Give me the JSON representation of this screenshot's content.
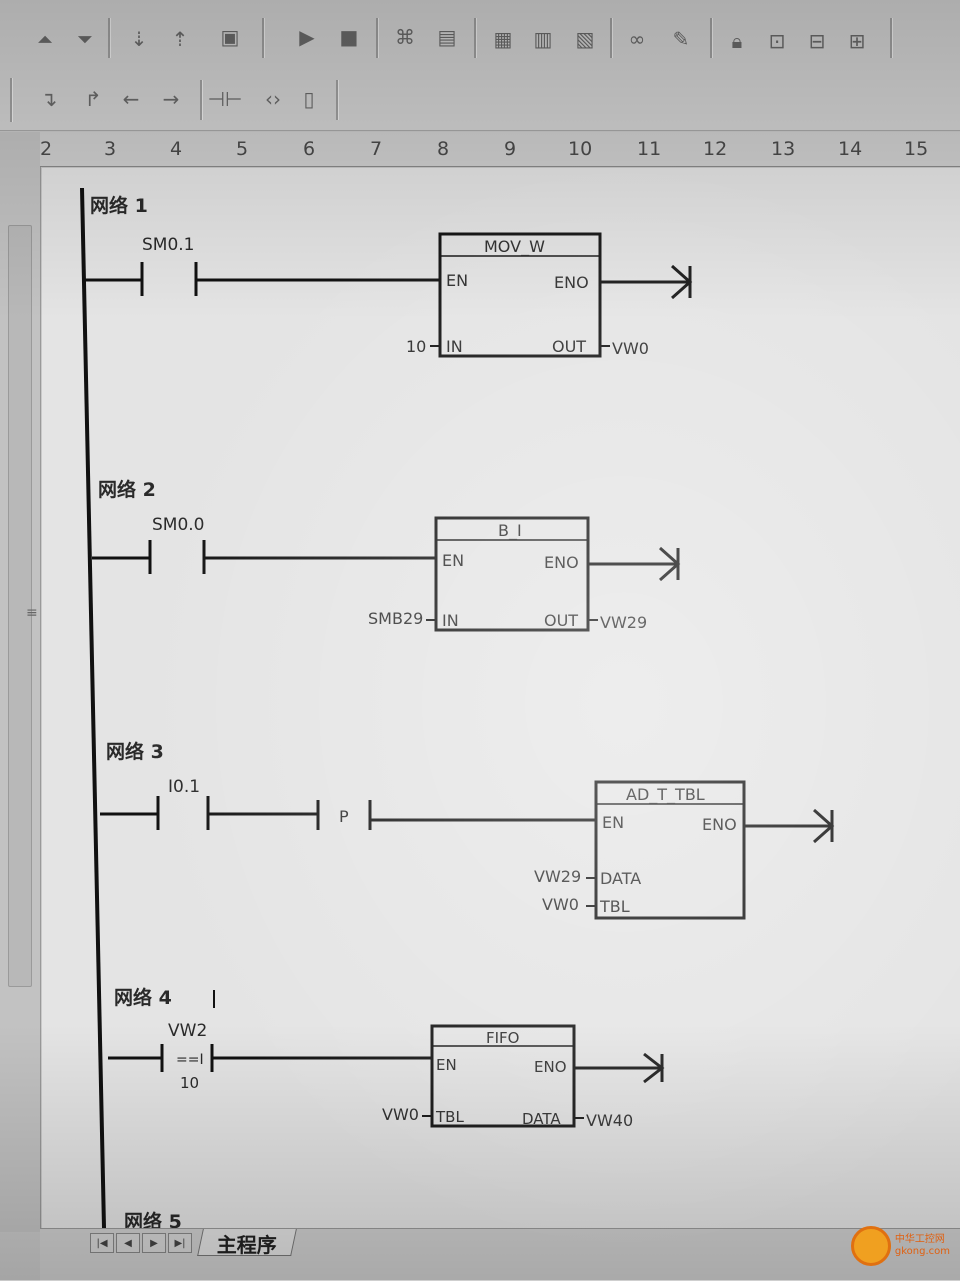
{
  "ruler": {
    "numbers": [
      "2",
      "3",
      "4",
      "5",
      "6",
      "7",
      "8",
      "9",
      "10",
      "11",
      "12",
      "13",
      "14",
      "15"
    ]
  },
  "networks": [
    {
      "title": "网络 1",
      "contact": {
        "label": "SM0.1",
        "type": "NO"
      },
      "box": {
        "name": "MOV_W",
        "en": "EN",
        "eno": "ENO",
        "in_pin": "IN",
        "out_pin": "OUT",
        "in_value": "10",
        "out_value": "VW0"
      }
    },
    {
      "title": "网络 2",
      "contact": {
        "label": "SM0.0",
        "type": "NO"
      },
      "box": {
        "name": "B_I",
        "en": "EN",
        "eno": "ENO",
        "in_pin": "IN",
        "out_pin": "OUT",
        "in_value": "SMB29",
        "out_value": "VW29"
      }
    },
    {
      "title": "网络 3",
      "contact": {
        "label": "I0.1",
        "type": "NO"
      },
      "edge": {
        "label": "P"
      },
      "box": {
        "name": "AD_T_TBL",
        "en": "EN",
        "eno": "ENO",
        "pin1": "DATA",
        "pin2": "TBL",
        "pin1_value": "VW29",
        "pin2_value": "VW0"
      }
    },
    {
      "title": "网络 4",
      "contact": {
        "label": "VW2",
        "compare": "==I",
        "operand2": "10"
      },
      "box": {
        "name": "FIFO",
        "en": "EN",
        "eno": "ENO",
        "in_pin": "TBL",
        "out_pin": "DATA",
        "in_value": "VW0",
        "out_value": "VW40"
      }
    },
    {
      "title": "网络 5"
    }
  ],
  "tabs": {
    "main": "主程序"
  },
  "watermark": {
    "line1": "中华工控网",
    "line2": "gkong.com"
  },
  "icons": [
    "arrow-up-icon",
    "arrow-down-icon",
    "run-icon",
    "stop-icon",
    "network-icon",
    "contact-icon",
    "coil-icon",
    "box-icon",
    "lock-icon"
  ]
}
